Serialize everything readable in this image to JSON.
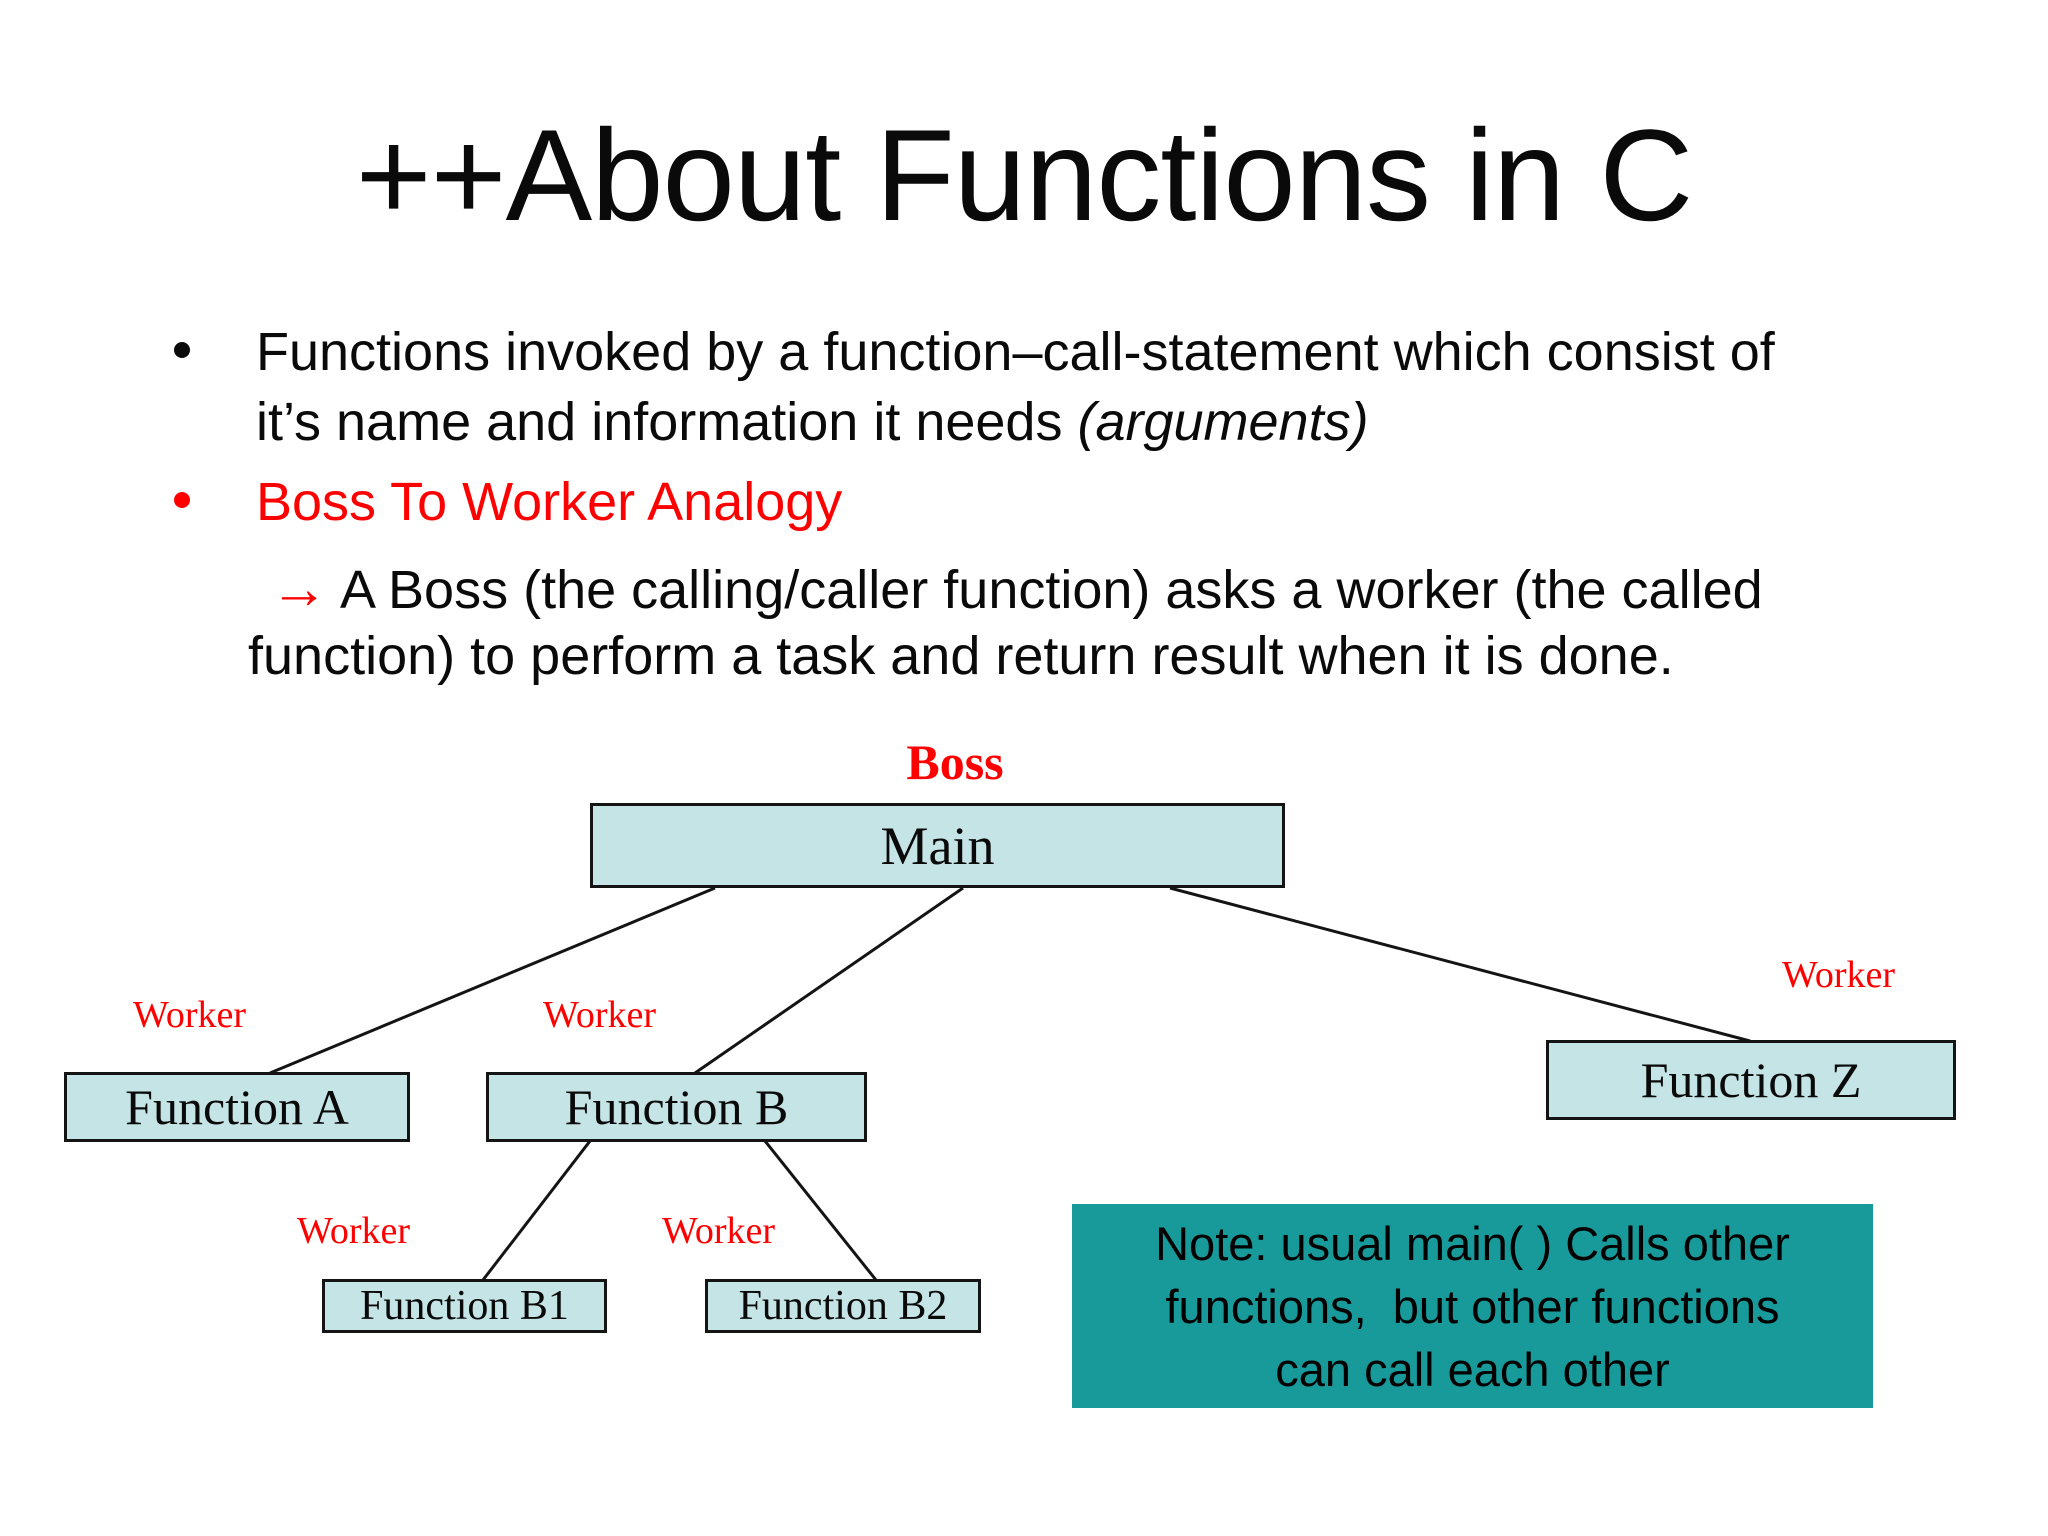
{
  "slide": {
    "title": "++About Functions in C",
    "bullets": {
      "bullet1_line1": "Functions invoked by a function–call-statement which consist of",
      "bullet1_line2_pre": "it’s name and information it needs ",
      "bullet1_line2_italic": "(arguments)",
      "bullet2": "Boss To Worker Analogy",
      "arrow_glyph": "→",
      "arrow_line1": "A Boss (the calling/caller function) asks a worker (the called",
      "arrow_line2": "function) to perform a task and return result when it is done."
    },
    "diagram": {
      "boss_label": "Boss",
      "nodes": {
        "main": "Main",
        "func_a": "Function A",
        "func_b": "Function B",
        "func_z": "Function Z",
        "func_b1": "Function B1",
        "func_b2": "Function B2"
      },
      "workers": [
        "Worker",
        "Worker",
        "Worker",
        "Worker",
        "Worker"
      ],
      "note_lines": [
        "Note: usual main( ) Calls other",
        "functions,  but other functions",
        "can call each other"
      ],
      "colors": {
        "node_fill": "#c5e4e6",
        "node_border": "#141414",
        "note_fill": "#189a9b",
        "accent_red": "#ff0000"
      }
    }
  }
}
